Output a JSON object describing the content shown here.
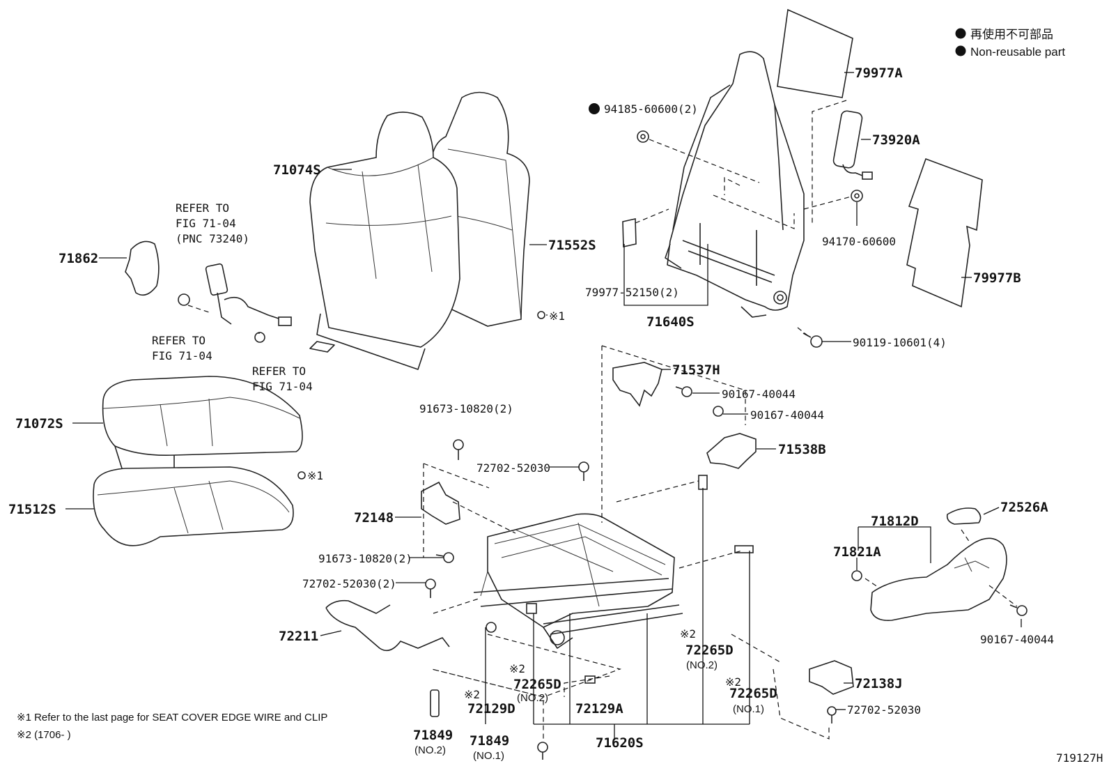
{
  "legend": {
    "line_jp": "再使用不可部品",
    "line_en": "Non-reusable part"
  },
  "footnotes": {
    "note1": "※1  Refer to the last page for SEAT COVER EDGE WIRE and CLIP",
    "note2": "※2 (1706-        )"
  },
  "figure_number": "719127H",
  "marks": {
    "ref1": "※1",
    "ref2": "※2"
  },
  "refer": {
    "belt_l1": "REFER TO",
    "belt_l2": "FIG 71-04",
    "belt_l3": "(PNC 73240)",
    "a_l1": "REFER TO",
    "a_l2": "FIG 71-04",
    "b_l1": "REFER TO",
    "b_l2": "FIG 71-04"
  },
  "parts": {
    "p79977A": "79977A",
    "p94185": "94185-60600(2)",
    "p73920A": "73920A",
    "p94170": "94170-60600",
    "p79977B": "79977B",
    "p79977_52150": "79977-52150(2)",
    "p71640S": "71640S",
    "p90119": "90119-10601(4)",
    "p71074S": "71074S",
    "p71552S": "71552S",
    "p71862": "71862",
    "p71072S": "71072S",
    "p71512S": "71512S",
    "p71537H": "71537H",
    "p90167_a": "90167-40044",
    "p90167_b": "90167-40044",
    "p71538B": "71538B",
    "p91673_a": "91673-10820(2)",
    "p72702_a": "72702-52030",
    "p72148": "72148",
    "p91673_b": "91673-10820(2)",
    "p72702_b": "72702-52030(2)",
    "p72211": "72211",
    "p72526A": "72526A",
    "p71812D": "71812D",
    "p71821A": "71821A",
    "p90167_c": "90167-40044",
    "p72265D_a": "72265D",
    "p72265D_a_no": "(NO.2)",
    "p72265D_b": "72265D",
    "p72265D_b_no": "(NO.2)",
    "p72265D_c": "72265D",
    "p72265D_c_no": "(NO.1)",
    "p72129D": "72129D",
    "p72129A": "72129A",
    "p72138J": "72138J",
    "p72702_c": "72702-52030",
    "p71849_a": "71849",
    "p71849_a_no": "(NO.2)",
    "p71849_b": "71849",
    "p71849_b_no": "(NO.1)",
    "p71620S": "71620S"
  }
}
